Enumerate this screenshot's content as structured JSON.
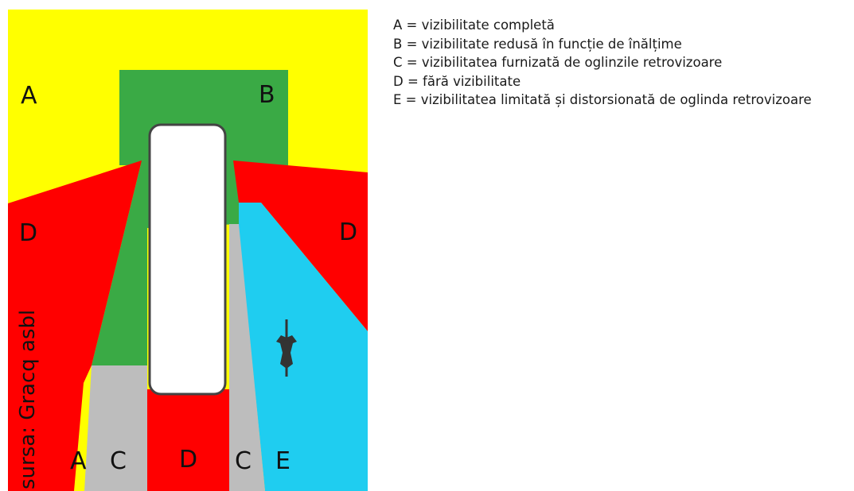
{
  "colors": {
    "full_visibility": "#ffff00",
    "reduced_visibility": "#3aaa45",
    "mirror_visibility": "#bdbdbd",
    "no_visibility": "#ff0000",
    "limited_visibility": "#1fcdf0",
    "vehicle_fill": "#ffffff",
    "vehicle_outline": "#444444",
    "cyclist": "#333333"
  },
  "zone_labels": {
    "a_top": "A",
    "b_top": "B",
    "d_left": "D",
    "d_right": "D",
    "a_bottom": "A",
    "c_left": "C",
    "d_bottom": "D",
    "c_right": "C",
    "e_bottom": "E"
  },
  "source": "sursa: Gracq asbl",
  "legend": [
    "A = vizibilitate completă",
    "B = vizibilitate redusă în funcție de înălțime",
    "C = vizibilitatea furnizată de oglinzile retrovizoare",
    "D = fără vizibilitate",
    "E = vizibilitatea limitată și distorsionată de oglinda retrovizoare"
  ],
  "icons": {
    "vehicle": "vehicle-top-view-icon",
    "cyclist": "cyclist-icon"
  }
}
